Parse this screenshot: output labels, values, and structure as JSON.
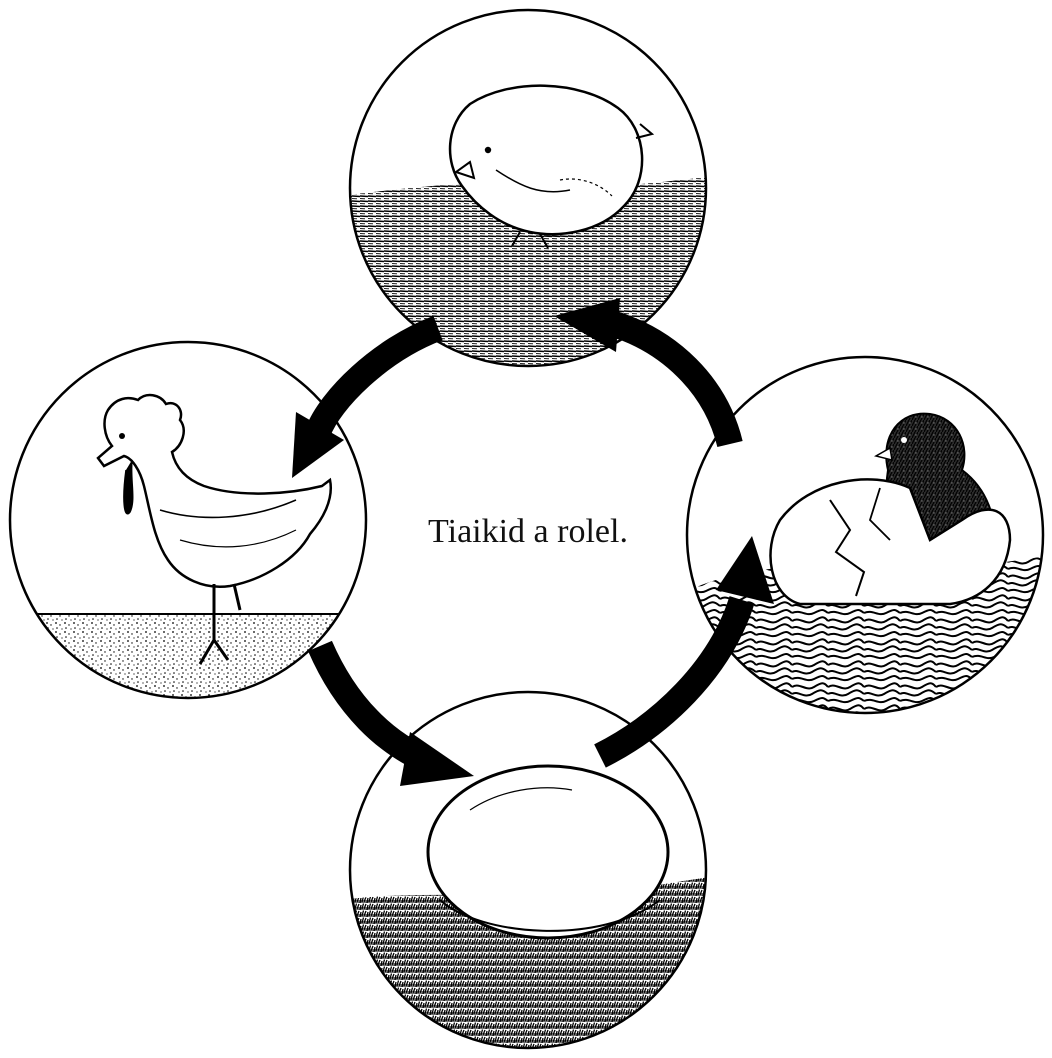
{
  "diagram": {
    "center_label": "Tiaikid a rolel.",
    "ink_color": "#000000",
    "background_color": "#ffffff",
    "stages": [
      {
        "name": "stage-chick",
        "icon": "chick-icon"
      },
      {
        "name": "stage-hatching",
        "icon": "hatching-chick-icon"
      },
      {
        "name": "stage-egg",
        "icon": "egg-icon"
      },
      {
        "name": "stage-hen",
        "icon": "hen-icon"
      }
    ]
  }
}
